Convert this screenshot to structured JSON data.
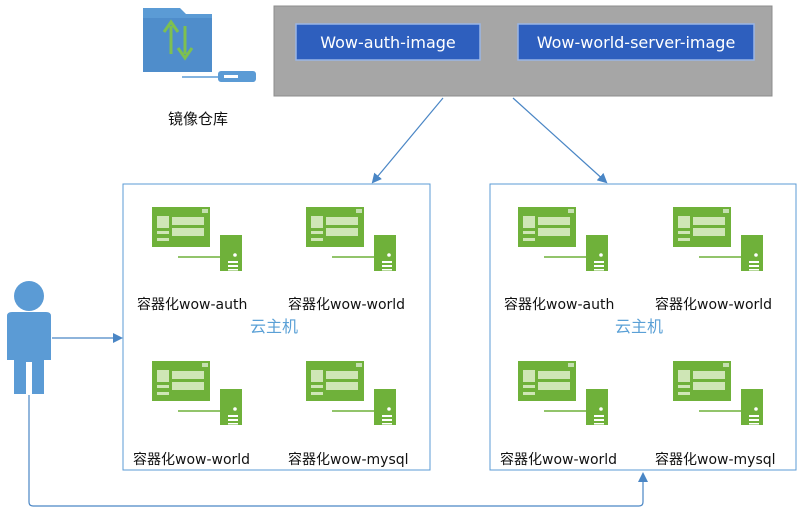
{
  "registry": {
    "label": "镜像仓库",
    "images": [
      "Wow-auth-image",
      "Wow-world-server-image"
    ]
  },
  "hosts": [
    {
      "label": "云主机",
      "containers": [
        "容器化wow-auth",
        "容器化wow-world",
        "容器化wow-world",
        "容器化wow-mysql"
      ]
    },
    {
      "label": "云主机",
      "containers": [
        "容器化wow-auth",
        "容器化wow-world",
        "容器化wow-world",
        "容器化wow-mysql"
      ]
    }
  ],
  "colors": {
    "image_box": "#2e5fbe",
    "image_border": "#9ab6e6",
    "registry_band": "#a6a6a6",
    "host_border": "#5b9bd5",
    "container_green": "#6fb13a",
    "connector_blue": "#4a86c5",
    "user_blue": "#5b9bd5",
    "folder_blue": "#5b9bd5"
  },
  "icons": [
    "folder-sync-icon",
    "server-icon",
    "user-icon",
    "container-window-icon"
  ]
}
